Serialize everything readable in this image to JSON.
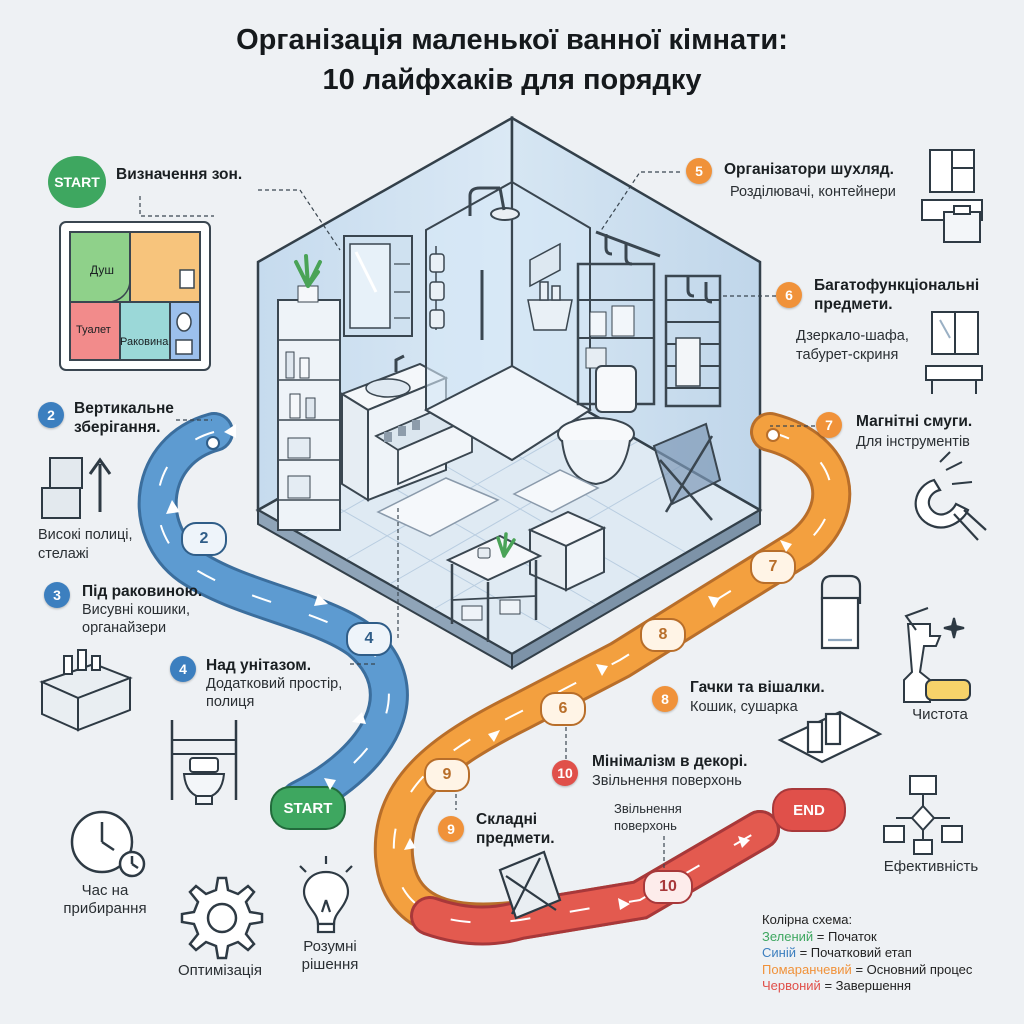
{
  "title": {
    "line1": "Організація маленької ванної кімнати:",
    "line2": "10 лайфхаків для порядку"
  },
  "colors": {
    "green": "#3ea760",
    "blue": "#3c7fbf",
    "orange": "#f0923a",
    "red": "#e0504a",
    "dark": "#1e2326"
  },
  "start_badge": "START",
  "end_badge": "END",
  "path_markers": {
    "m2": "2",
    "m4": "4",
    "m6": "6",
    "m7": "7",
    "m8": "8",
    "m9": "9",
    "m10": "10",
    "start": "START",
    "end": "END"
  },
  "step1": {
    "title": "Визначення зон."
  },
  "floorplan": {
    "shower": "Душ",
    "toilet": "Туалет",
    "sink": "Раковина"
  },
  "step2": {
    "num": "2",
    "title_l1": "Вертикальне",
    "title_l2": "зберігання.",
    "sub_l1": "Високі полиці,",
    "sub_l2": "стелажі"
  },
  "step3": {
    "num": "3",
    "title": "Під раковиною.",
    "sub_l1": "Висувні кошики,",
    "sub_l2": "органайзери"
  },
  "step4": {
    "num": "4",
    "title": "Над унітазом.",
    "sub_l1": "Додатковий простір,",
    "sub_l2": "полиця"
  },
  "step5": {
    "num": "5",
    "title": "Організатори шухляд.",
    "sub": "Розділювачі, контейнери"
  },
  "step6": {
    "num": "6",
    "title_l1": "Багатофункціональні",
    "title_l2": "предмети.",
    "sub_l1": "Дзеркало-шафа,",
    "sub_l2": "табурет-скриня"
  },
  "step7": {
    "num": "7",
    "title": "Магнітні смуги.",
    "sub": "Для інструментів"
  },
  "step8": {
    "num": "8",
    "title": "Гачки та вішалки.",
    "sub": "Кошик, сушарка"
  },
  "step9": {
    "num": "9",
    "title_l1": "Складні",
    "title_l2": "предмети."
  },
  "step10": {
    "num": "10",
    "title": "Мінімалізм в декорі.",
    "sub": "Звільнення поверхонь",
    "note_l1": "Звільнення",
    "note_l2": "поверхонь"
  },
  "captions": {
    "cleaning_l1": "Час на",
    "cleaning_l2": "прибирання",
    "optimization": "Оптимізація",
    "smart_l1": "Розумні",
    "smart_l2": "рішення",
    "cleanliness": "Чистота",
    "efficiency": "Ефективність"
  },
  "legend": {
    "heading": "Колірна схема:",
    "green_word": "Зелений",
    "green_desc": " = Початок",
    "blue_word": "Синій",
    "blue_desc": " = Початковий етап",
    "orange_word": "Помаранчевий",
    "orange_desc": " = Основний процес",
    "red_word": "Червоний",
    "red_desc": " = Завершення"
  }
}
